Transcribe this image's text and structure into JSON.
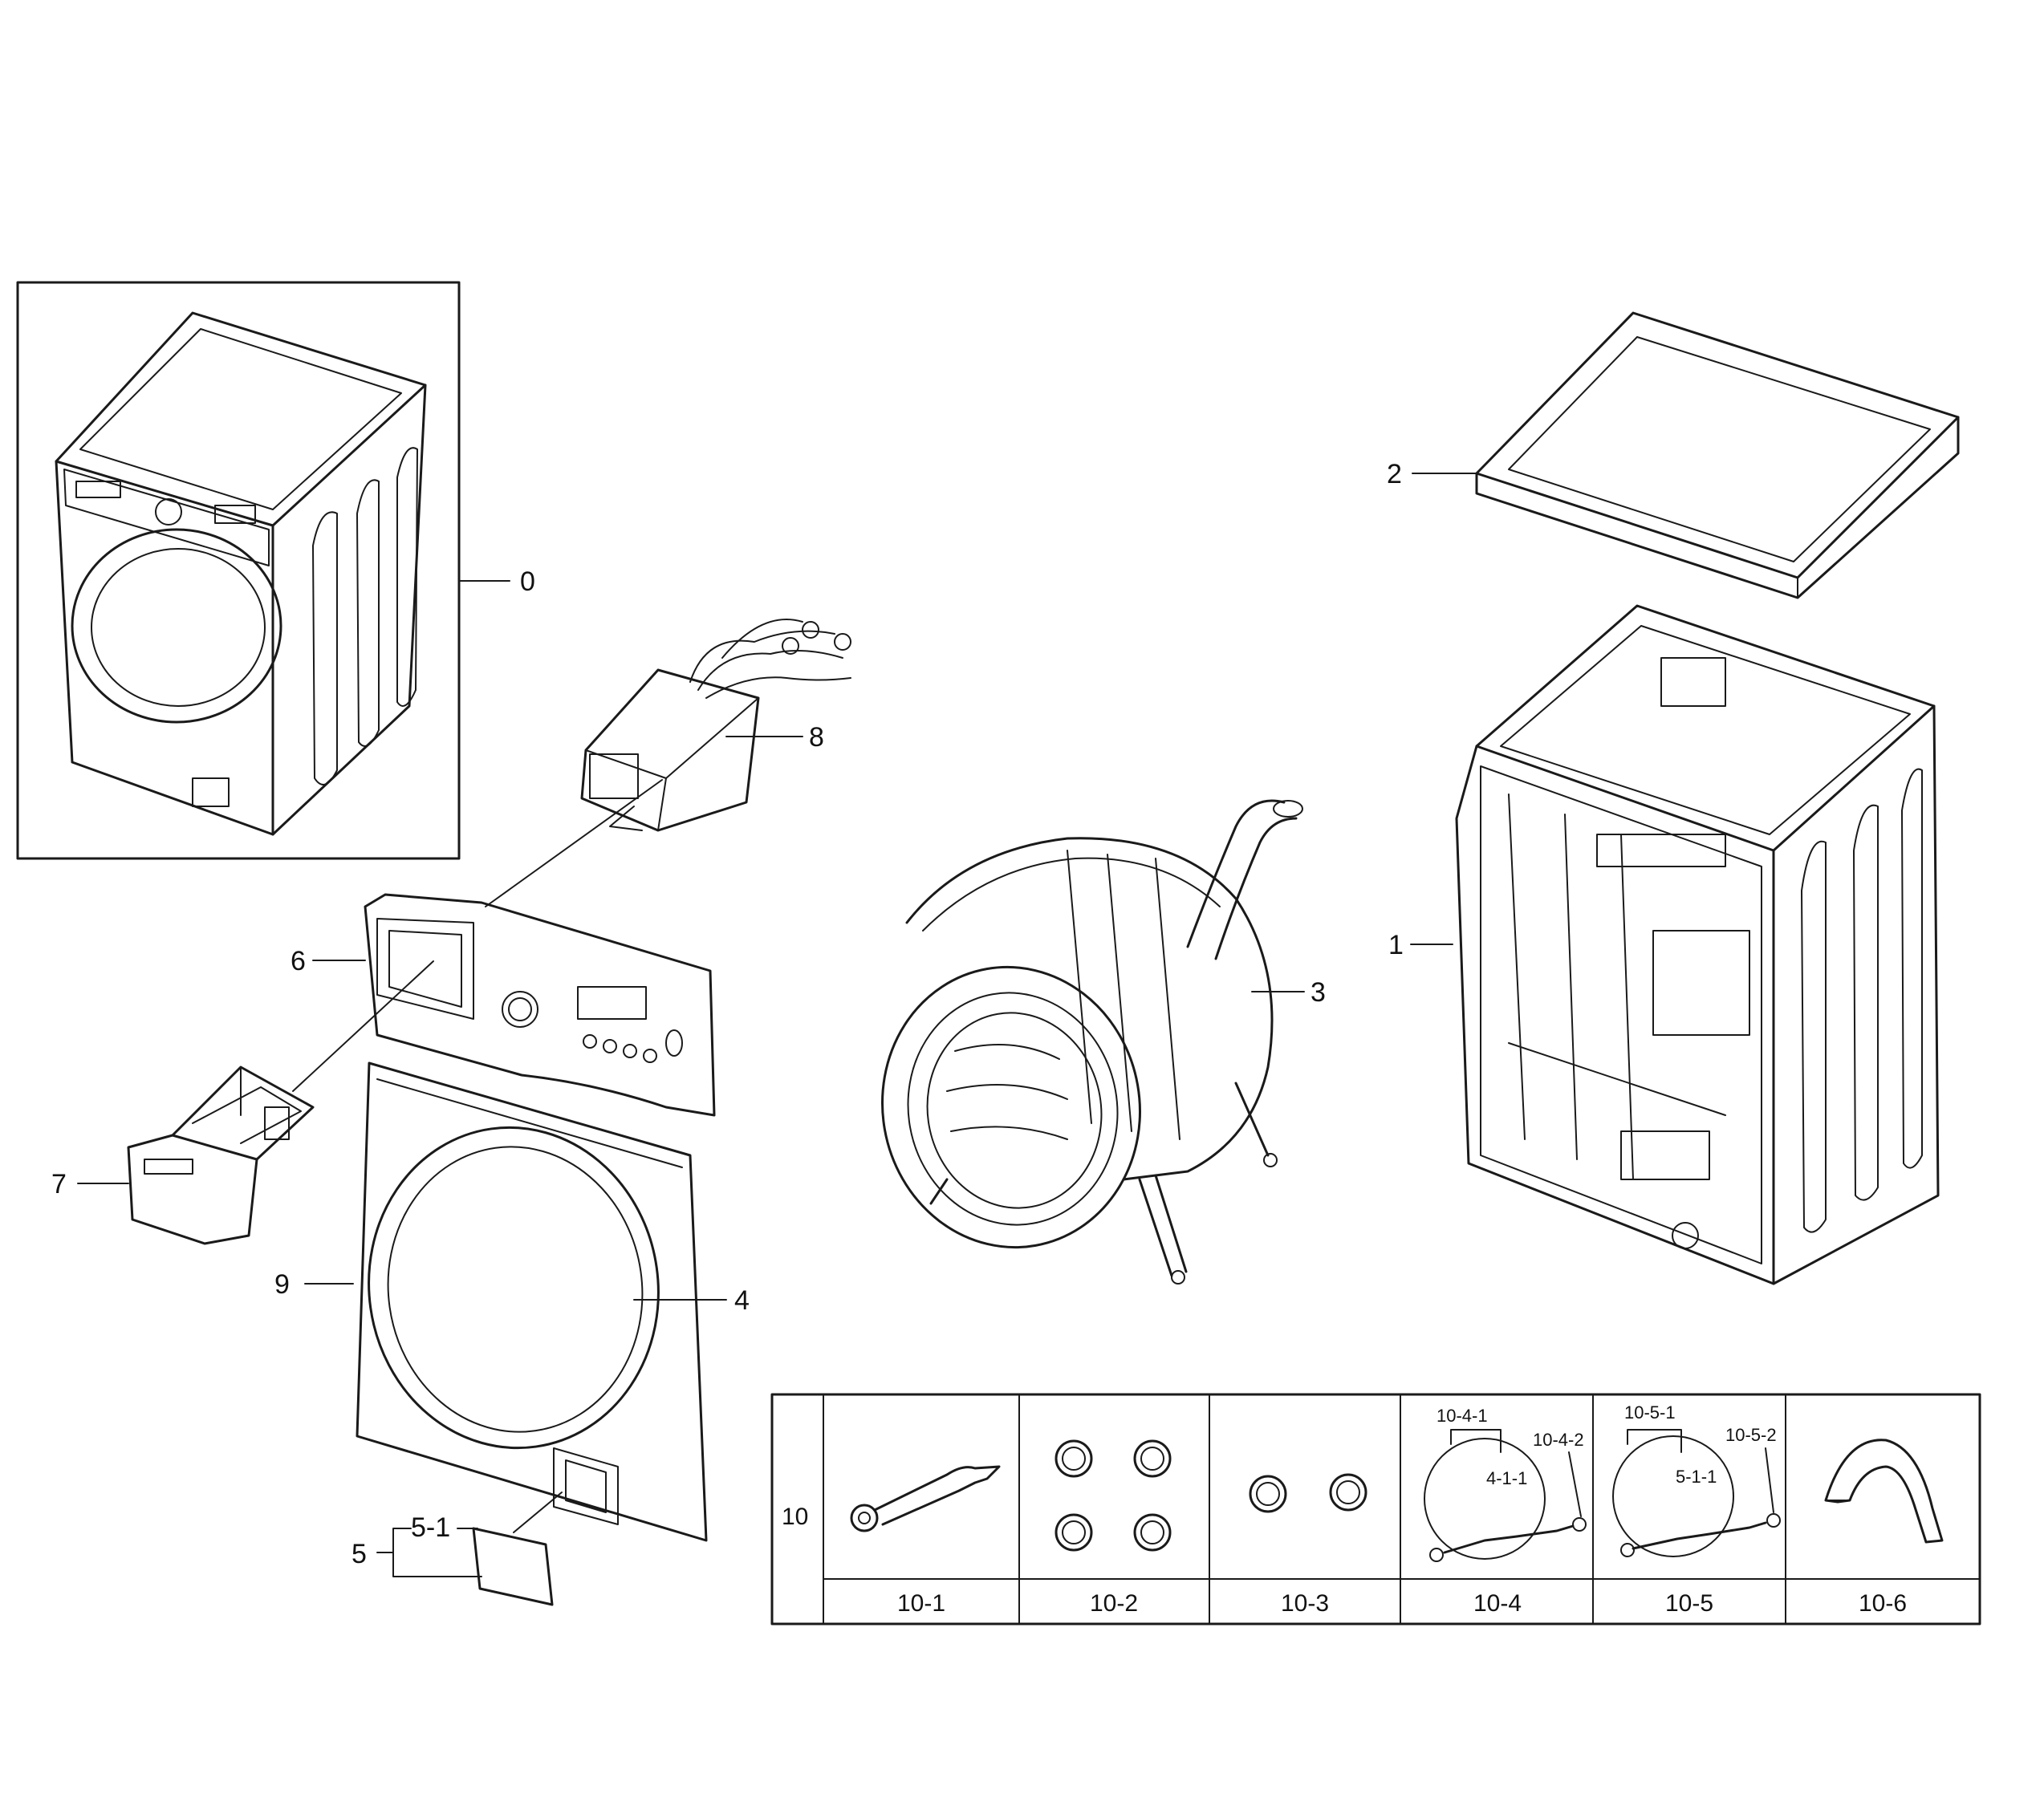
{
  "callouts": {
    "c0": "0",
    "c1": "1",
    "c2": "2",
    "c3": "3",
    "c4": "4",
    "c5": "5",
    "c5_1": "5-1",
    "c6": "6",
    "c7": "7",
    "c8": "8",
    "c9": "9"
  },
  "accessory_table": {
    "row_label": "10",
    "columns": [
      "10-1",
      "10-2",
      "10-3",
      "10-4",
      "10-5",
      "10-6"
    ],
    "hose_a": {
      "a": "10-4-1",
      "b": "10-4-2",
      "c": "4-1-1"
    },
    "hose_b": {
      "a": "10-5-1",
      "b": "10-5-2",
      "c": "5-1-1"
    }
  }
}
